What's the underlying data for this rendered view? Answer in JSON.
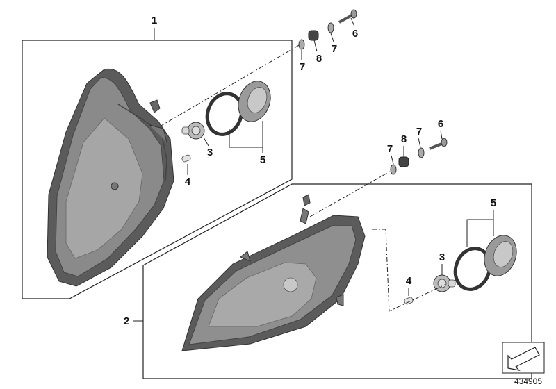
{
  "diagram": {
    "callouts": {
      "c1": "1",
      "c2": "2",
      "c3a": "3",
      "c3b": "3",
      "c4a": "4",
      "c4b": "4",
      "c5a": "5",
      "c5b": "5",
      "c6a": "6",
      "c6b": "6",
      "c7a": "7",
      "c7b": "7",
      "c7c": "7",
      "c7d": "7",
      "c8a": "8",
      "c8b": "8"
    },
    "document_number": "434905",
    "colors": {
      "housing_dark": "#5b5b5b",
      "housing_mid": "#8a8a8a",
      "housing_light": "#b8b8b8",
      "line": "#222222"
    },
    "icons": {
      "reference_arrow": "arrow-down-left-icon"
    }
  }
}
